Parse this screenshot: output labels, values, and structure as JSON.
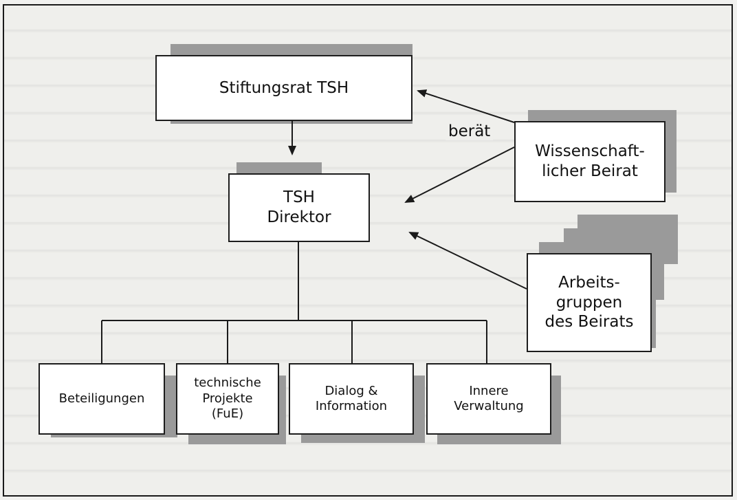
{
  "nodes": {
    "stiftungsrat": "Stiftungsrat TSH",
    "direktor": "TSH\nDirektor",
    "beirat": "Wissenschaft-\nlicher Beirat",
    "arbeitsgruppen": "Arbeits-\ngruppen\ndes Beirats",
    "beteiligungen": "Beteiligungen",
    "technische_projekte": "technische\nProjekte\n(FuE)",
    "dialog": "Dialog &\nInformation",
    "verwaltung": "Innere\nVerwaltung"
  },
  "edges": {
    "beraet_label": "berät"
  },
  "colors": {
    "box_fill": "#ffffff",
    "box_border": "#1c1c1c",
    "shadow": "#9a9a9a",
    "line": "#1a1a1a"
  }
}
